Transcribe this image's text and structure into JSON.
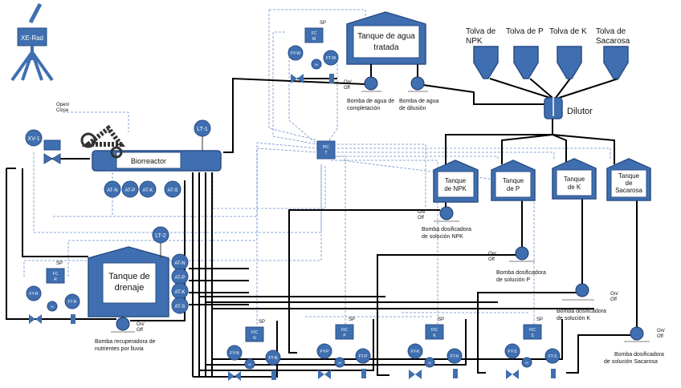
{
  "radiation": {
    "label": "XE-Rad"
  },
  "bioreactor": {
    "label": "Biorreactor",
    "lt": "LT-1",
    "at": [
      "AT-N",
      "AT-P",
      "AT-K",
      "AT-S"
    ],
    "valve": "XV-1",
    "open_close_line1": "Open/",
    "open_close_line2": "Close"
  },
  "water_tank": {
    "label_line1": "Tanque de agua",
    "label_line2": "tratada",
    "pump_completion_line1": "Bomba de agua de",
    "pump_completion_line2": "completación",
    "pump_dilution_line1": "Bomba de agua",
    "pump_dilution_line2": "de dilusión",
    "onoff_line1": "On/",
    "onoff_line2": "Off"
  },
  "water_loop": {
    "sp": "SP",
    "fc_line1": "FC",
    "fc_line2": "W",
    "fy": "FY-W",
    "ft": "FT-W",
    "m": "M"
  },
  "hoppers": [
    "NPK",
    "P",
    "K",
    "Sacarosa"
  ],
  "hopper_prefix": "Tolva de",
  "diluter": {
    "label": "Dilutor"
  },
  "central_controller": {
    "line1": "PIC",
    "line2": "T"
  },
  "nutrient_tanks": [
    {
      "line1": "Tanque",
      "line2": "de NPK",
      "line3": ""
    },
    {
      "line1": "Tanque",
      "line2": "de P",
      "line3": ""
    },
    {
      "line1": "Tanque",
      "line2": "de K",
      "line3": ""
    },
    {
      "line1": "Tanque",
      "line2": "de",
      "line3": "Sacarosa"
    }
  ],
  "dosing_pumps": [
    {
      "line1": "Bomba dosificadora",
      "line2": "de solución NPK"
    },
    {
      "line1": "Bomba dosificadora",
      "line2": "de solución P"
    },
    {
      "line1": "Bomba dosificadora",
      "line2": "de solución K"
    },
    {
      "line1": "Bomba dosificadora",
      "line2": "de solución Sacarosa"
    }
  ],
  "onoff": {
    "line1": "On/",
    "line2": "Off"
  },
  "drain_tank": {
    "label_line1": "Tanque de",
    "label_line2": "drenaje",
    "lt": "LT-2",
    "at": [
      "AT-N",
      "AT-P",
      "AT-K",
      "AT-S"
    ],
    "pump_line1": "Bomba recuperadora de",
    "pump_line2": "nutrientes por lluvia"
  },
  "drain_loop": {
    "sp": "SP",
    "fc_line1": "FC",
    "fc_line2": "R",
    "fy": "FY-R",
    "ft": "FT-R",
    "m": "M"
  },
  "flow_loops": [
    {
      "sp": "SP",
      "fic_line1": "FIC",
      "fic_line2": "N",
      "fy": "FY-N",
      "ft": "FT-N",
      "m": "M"
    },
    {
      "sp": "SP",
      "fic_line1": "FIC",
      "fic_line2": "P",
      "fy": "FY-P",
      "ft": "FT-P",
      "m": "M"
    },
    {
      "sp": "SP",
      "fic_line1": "FIC",
      "fic_line2": "K",
      "fy": "FY-K",
      "ft": "FT-K",
      "m": "M"
    },
    {
      "sp": "SP",
      "fic_line1": "FIC",
      "fic_line2": "S",
      "fy": "FY-S",
      "ft": "FT-S",
      "m": "M"
    }
  ]
}
